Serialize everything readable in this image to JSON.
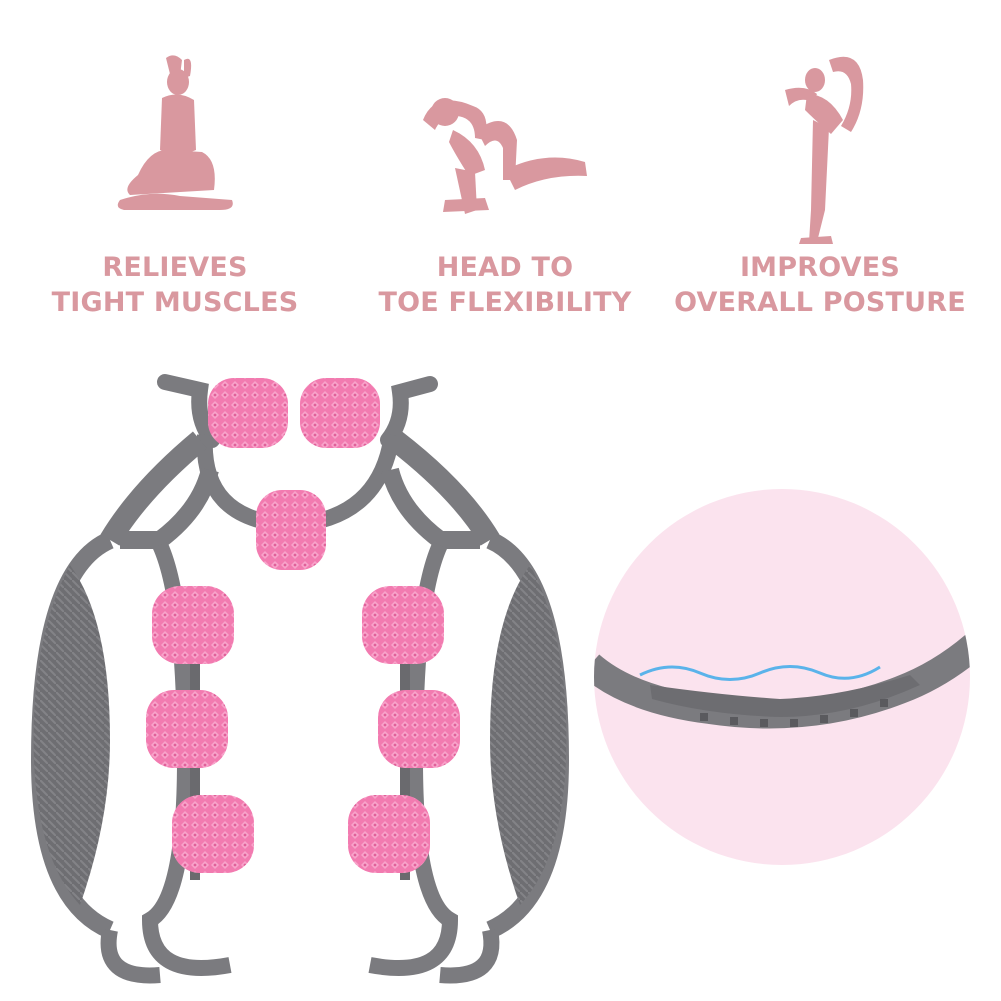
{
  "features": [
    {
      "line1": "RELIEVES",
      "line2": "TIGHT MUSCLES",
      "icon": "kneeling-yoga-pose-icon"
    },
    {
      "line1": "HEAD TO",
      "line2": "TOE FLEXIBILITY",
      "icon": "crouching-stretch-pose-icon"
    },
    {
      "line1": "IMPROVES",
      "line2": "OVERALL POSTURE",
      "icon": "standing-dancer-pose-icon"
    }
  ],
  "colors": {
    "accent_pink": "#d9989f",
    "roller_pink": "#f27bb0",
    "frame_gray": "#7b7b7f",
    "detail_circle": "#fbe3ee",
    "wave_blue": "#5ab3ea"
  }
}
